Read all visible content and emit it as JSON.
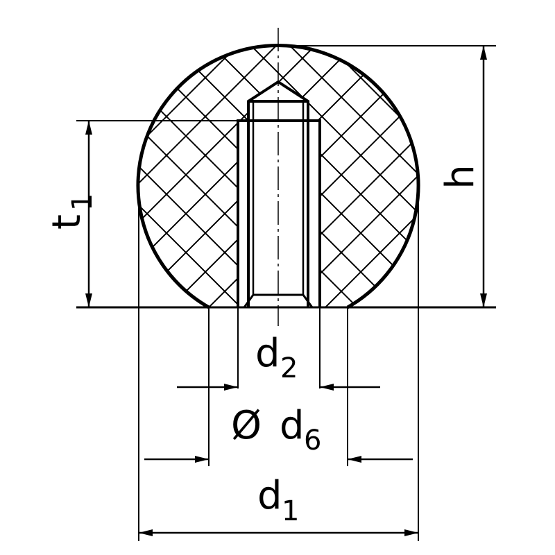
{
  "labels": {
    "h": "h",
    "t1_main": "t",
    "t1_sub": "1",
    "d2_main": "d",
    "d2_sub": "2",
    "d6_symbol": "Ø",
    "d6_main": "d",
    "d6_sub": "6",
    "d1_main": "d",
    "d1_sub": "1"
  },
  "colors": {
    "stroke": "#000000",
    "background": "#ffffff"
  }
}
